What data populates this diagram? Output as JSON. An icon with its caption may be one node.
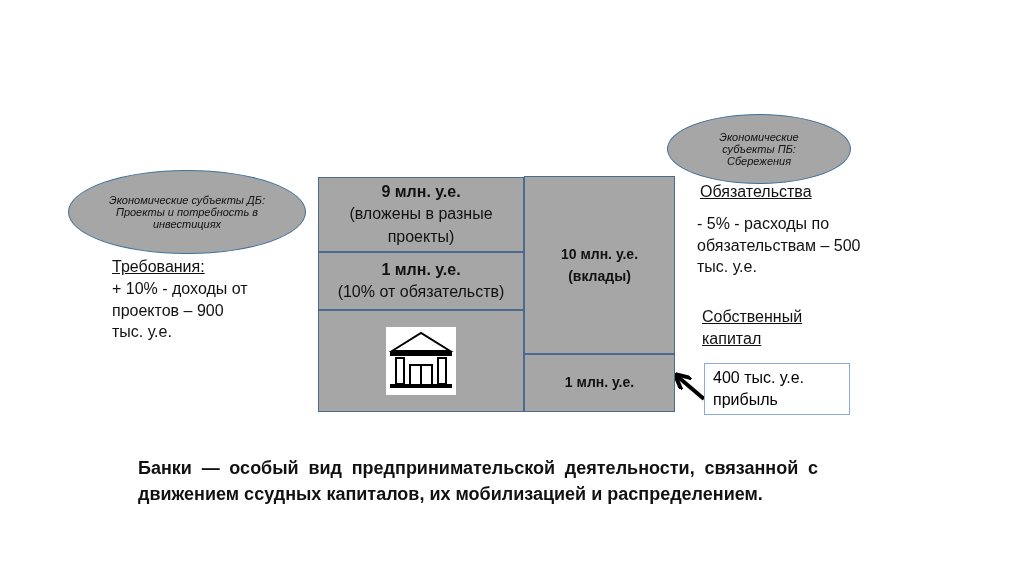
{
  "diagram": {
    "caption": "Банки — особый вид предпринимательской деятельности, связанной с движением ссудных капиталов, их мобилизацией и распределением.",
    "nodes": [
      {
        "text": [
          "Экономические субъекты ДБ:",
          "Проекты и потребность в инвестициях"
        ]
      },
      {
        "text": [
          "Экономические субъекты ПБ: Сбережения"
        ]
      },
      {
        "text": [
          "9 млн. у.е.",
          "(вложены в разные проекты)"
        ]
      },
      {
        "text": [
          "10 млн. у.е. (вклады)"
        ]
      },
      {
        "text": [
          "1 млн. у.е.",
          "(10% от обязательств)"
        ]
      },
      {
        "text": [],
        "shape": "box"
      },
      {
        "text": [
          "1 млн. у.е."
        ]
      },
      {
        "text": [
          "400 тыс. у.е. прибыль"
        ]
      }
    ],
    "edges": [
      {
        "from": 7,
        "to": 6,
        "arrow": "to"
      }
    ],
    "labels": [
      "Обязательства",
      "Требования:",
      "- 5% - расходы по обязательствам – 500 тыс. у.е.",
      "+ 10% - доходы от проектов – 900 тыс. у.е.",
      "Собственный капитал"
    ]
  }
}
